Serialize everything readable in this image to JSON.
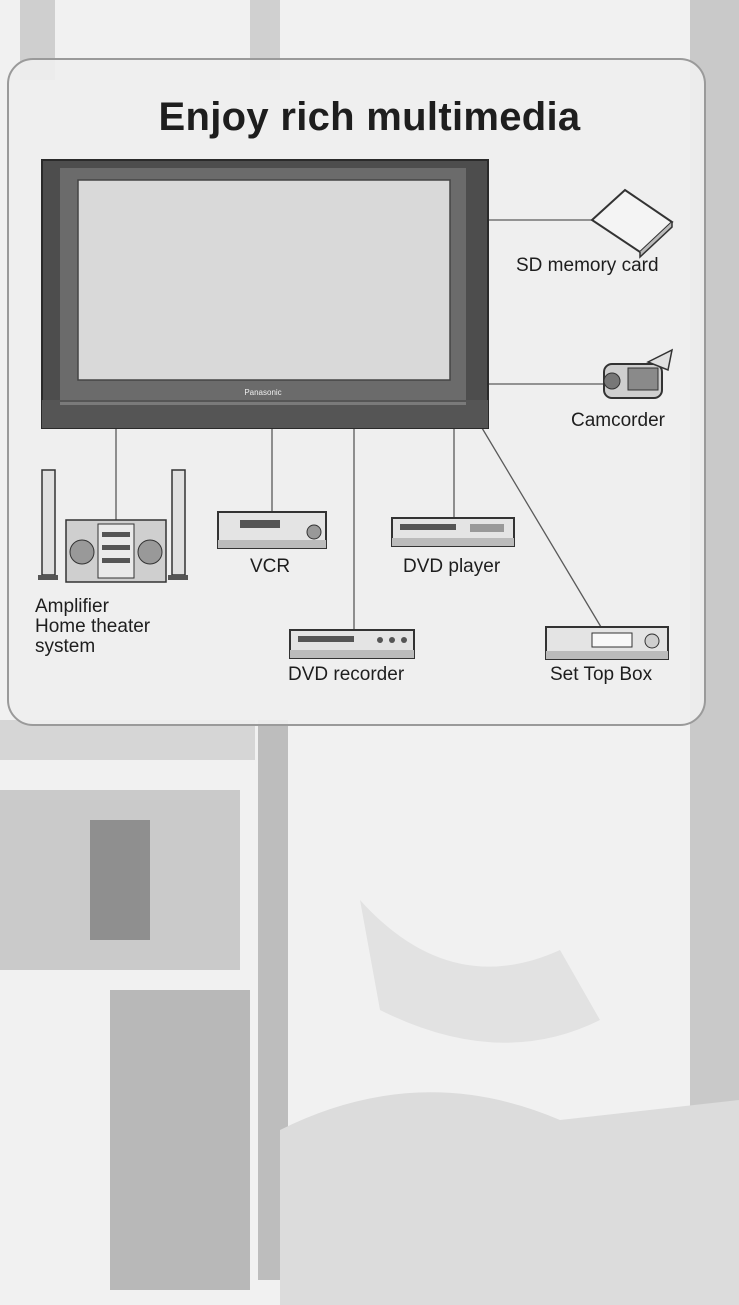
{
  "title": "Enjoy rich multimedia",
  "devices": {
    "sd_card": "SD memory card",
    "camcorder": "Camcorder",
    "amplifier": [
      "Amplifier",
      "Home theater",
      "system"
    ],
    "vcr": "VCR",
    "dvd_player": "DVD player",
    "dvd_recorder": "DVD recorder",
    "set_top_box": "Set Top Box"
  },
  "tv": {
    "brand": "Panasonic"
  },
  "colors": {
    "panel_bg": "#eeeeee",
    "tv_frame": "#4d4d4d",
    "tv_screen": "#d9d9d9",
    "lines": "#555555"
  }
}
